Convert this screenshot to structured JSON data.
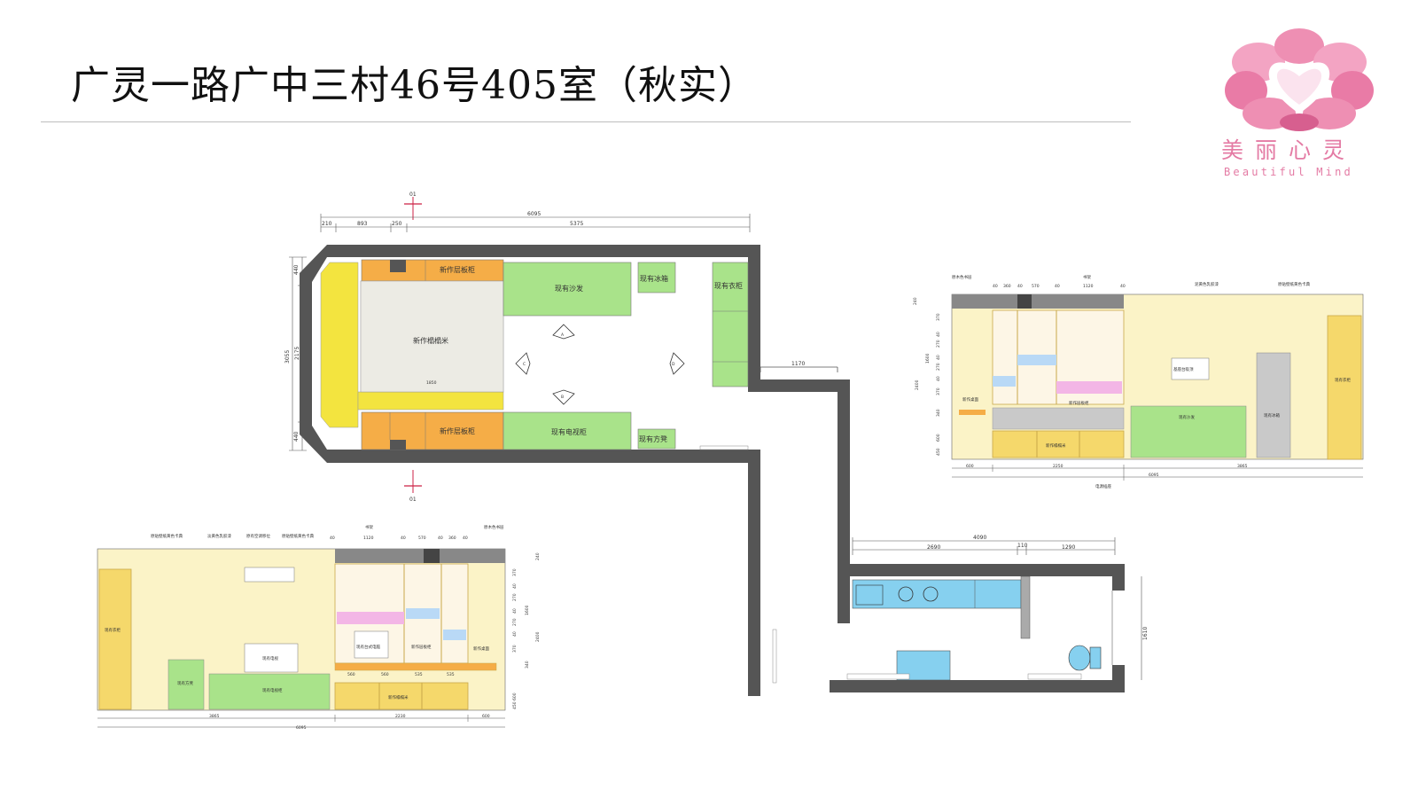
{
  "page": {
    "title": "广灵一路广中三村46号405室（秋实）"
  },
  "logo": {
    "text_cn": "美丽心灵",
    "text_en": "Beautiful Mind",
    "colors": {
      "petal": "#ee8fb3",
      "petal_dark": "#d75f8f",
      "heart": "#ffffff"
    }
  },
  "colors": {
    "wall": "#555555",
    "new_cabinet": "#f5ad47",
    "new_cabinet_yellow": "#f3e43f",
    "existing_furniture": "#a9e38a",
    "kitchen_blue": "#86d0ef",
    "elevation_bg": "#fbf3c7",
    "bed": "#ecebe4",
    "dim_red": "#cc2244"
  },
  "plan": {
    "section_marks": [
      "01",
      "01"
    ],
    "view_marks": [
      "A",
      "B",
      "C",
      "D"
    ],
    "top_dims": [
      "6095",
      "210",
      "893",
      "250",
      "5375"
    ],
    "left_dims": [
      "440",
      "3055",
      "2175",
      "440"
    ],
    "right_dims": [
      "1170"
    ],
    "kitchen_dims": [
      "4090",
      "2690",
      "110",
      "1290",
      "1610"
    ],
    "labels": {
      "shelf_top": "新作层板柜",
      "shelf_bottom": "新作层板柜",
      "tatami": "新作榻榻米",
      "sofa": "现有沙发",
      "fridge": "现有冰箱",
      "wardrobe": "现有衣柜",
      "tv_cabinet": "现有电视柜",
      "stool": "现有方凳"
    },
    "inner_dims": [
      "1850"
    ]
  },
  "elev_right": {
    "top_notes": [
      "原木色书层",
      "书架",
      "泥黄色乳胶漆",
      "原贴壁纸黄色卡典"
    ],
    "top_dims": [
      "40",
      "360",
      "40",
      "570",
      "40",
      "1120",
      "40"
    ],
    "left_dims": [
      "240",
      "370",
      "40",
      "270",
      "40",
      "270",
      "40",
      "370",
      "340",
      "600",
      "1600",
      "2400",
      "450"
    ],
    "labels": {
      "lamp": "基座台吸顶",
      "desk": "新作桌面",
      "shelf": "新作层板柜",
      "tatami": "新作榻榻米",
      "sofa": "现有沙发",
      "fridge": "现有冰箱",
      "wardrobe": "现有衣柜"
    },
    "bottom_dims": [
      "600",
      "2250",
      "3865",
      "6095"
    ],
    "bottom_note": "电源插座"
  },
  "elev_left": {
    "top_notes": [
      "原贴壁纸黄色卡典",
      "淡黄色乳胶漆",
      "原有空调移位",
      "原贴壁纸黄色卡典",
      "书架",
      "原木色书层"
    ],
    "top_dims": [
      "40",
      "1120",
      "40",
      "570",
      "40",
      "360",
      "40"
    ],
    "right_dims": [
      "240",
      "370",
      "40",
      "270",
      "40",
      "270",
      "40",
      "370",
      "340",
      "600",
      "1600",
      "2400",
      "450"
    ],
    "mid_dims": [
      "560",
      "560",
      "535",
      "535"
    ],
    "labels": {
      "wardrobe": "现有衣柜",
      "stool": "现有方凳",
      "tv": "现有电视",
      "tv_cabinet": "现有电视柜",
      "computer": "现有台式电脑",
      "shelf": "新作层板柜",
      "desk": "新作桌面",
      "tatami": "新作榻榻米"
    },
    "bottom_dims": [
      "3865",
      "2230",
      "600",
      "6095"
    ]
  }
}
